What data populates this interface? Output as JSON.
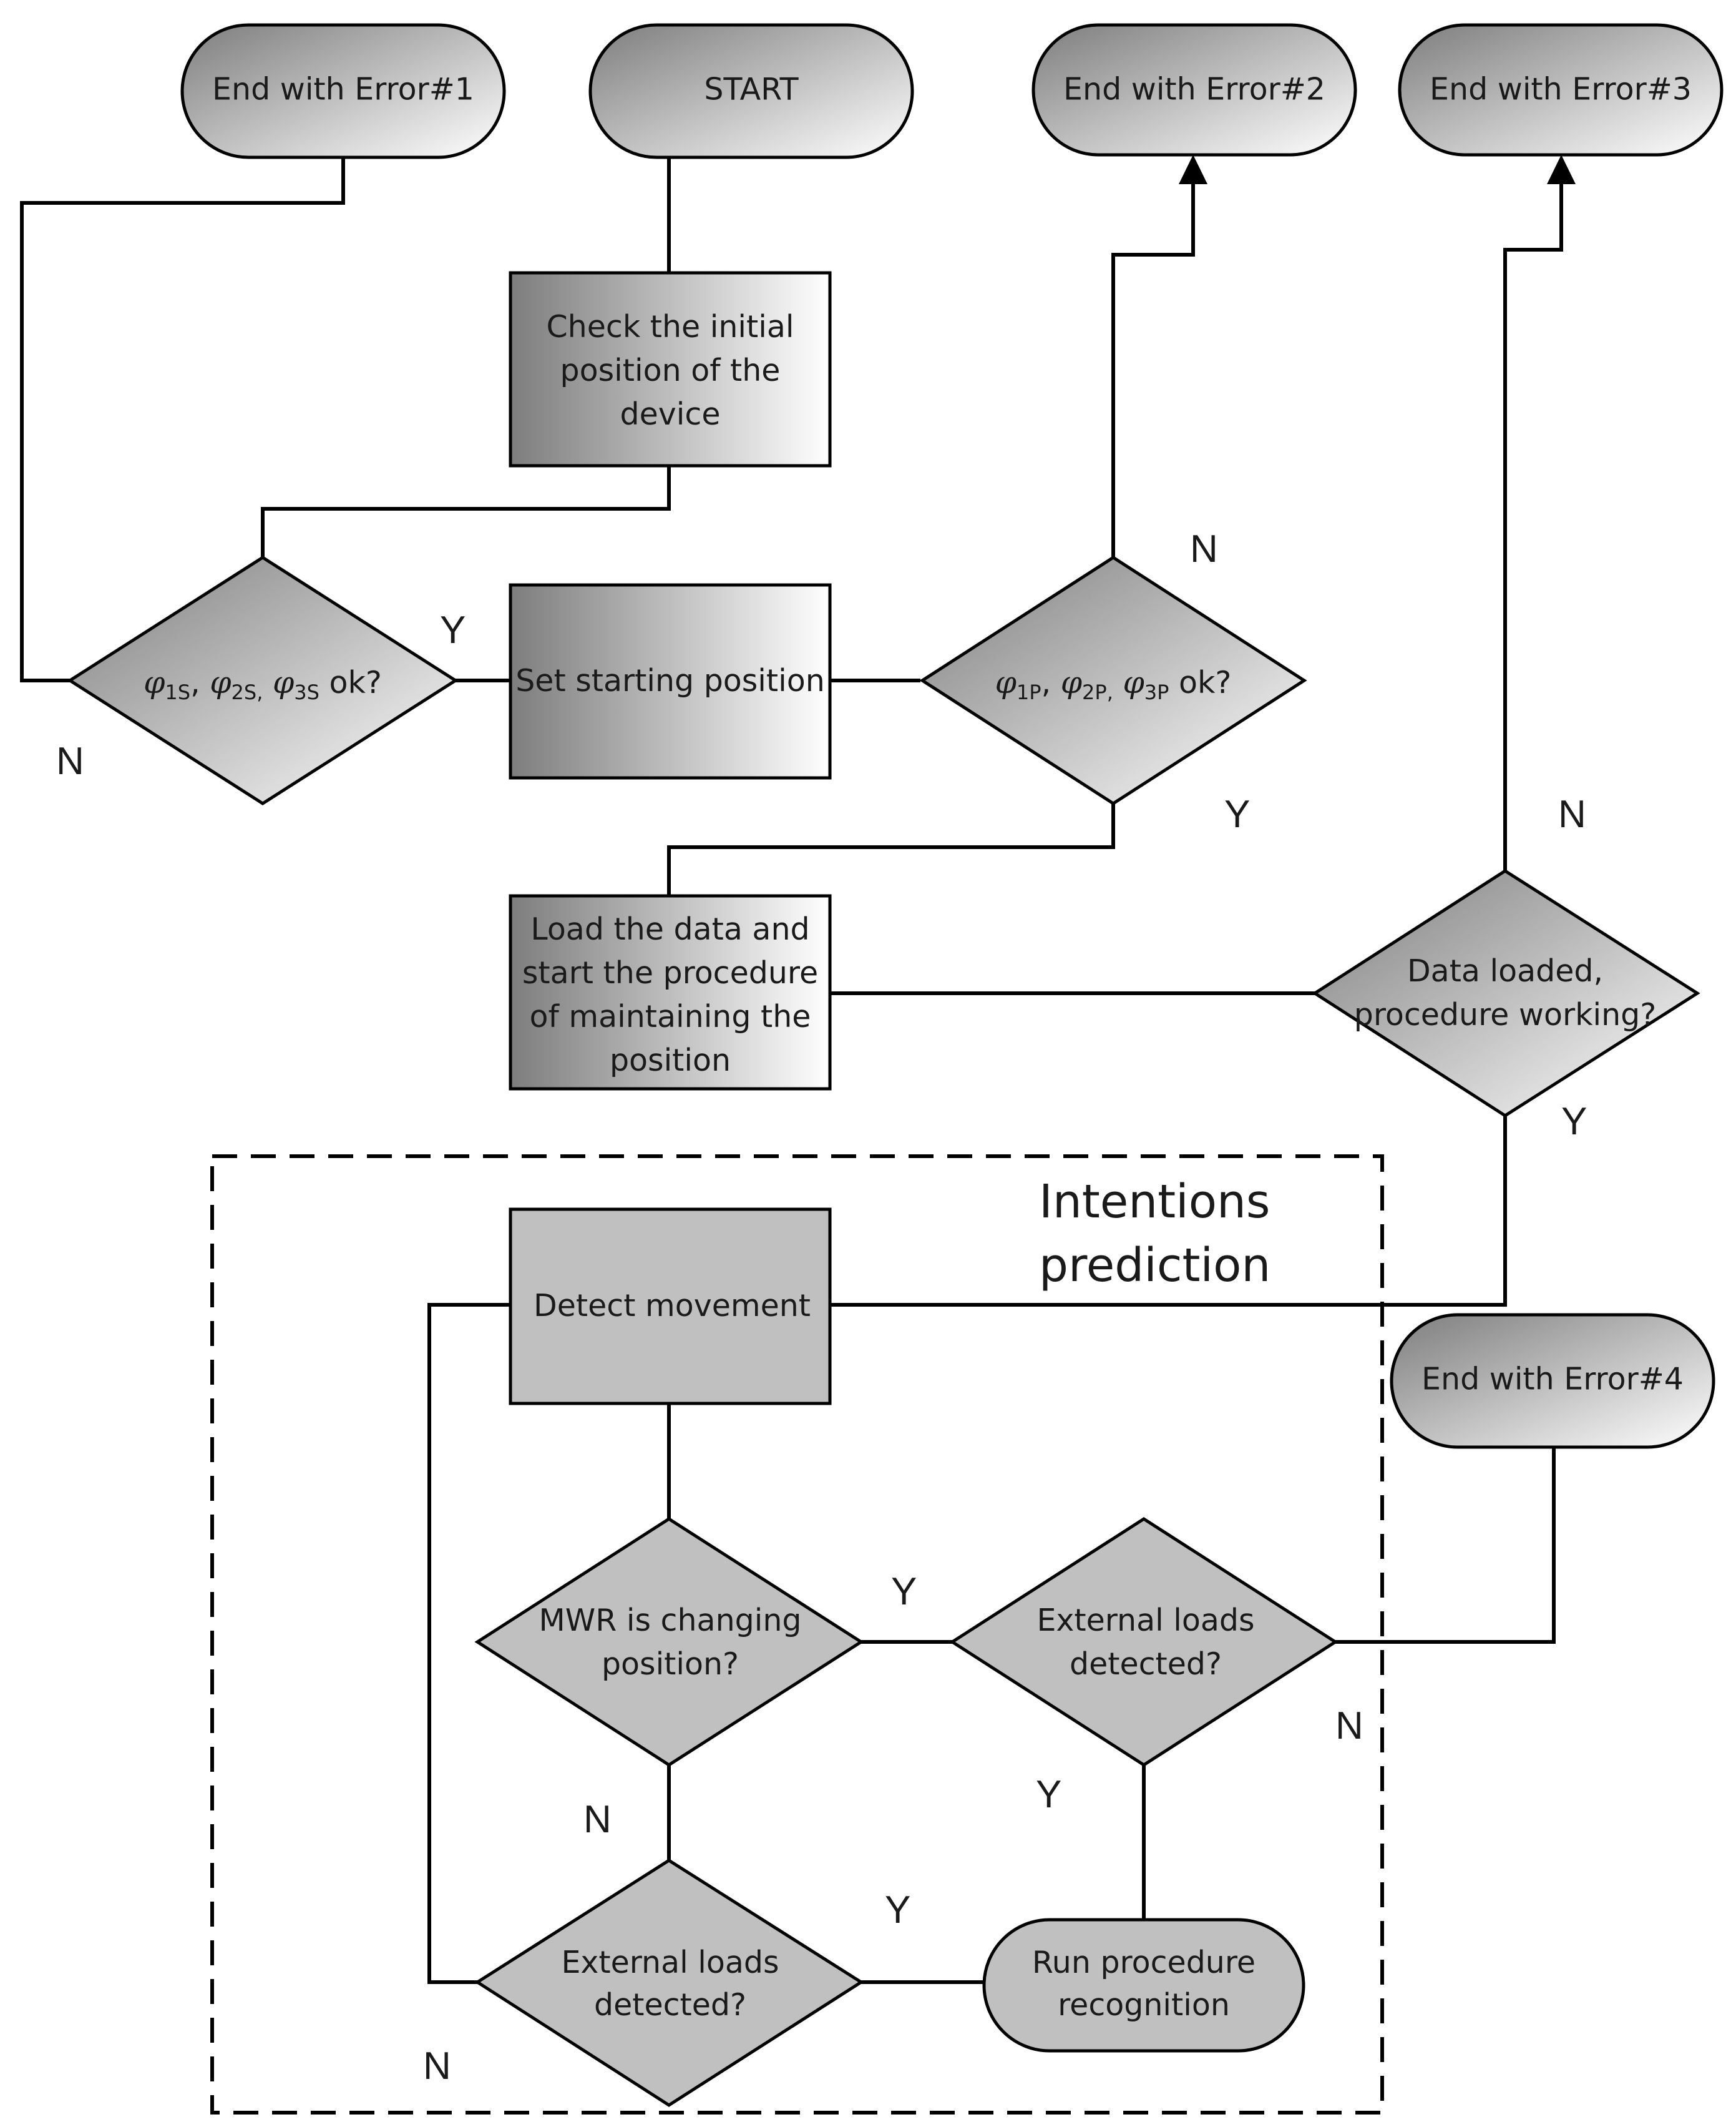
{
  "terminals": {
    "error1": "End with Error#1",
    "start": "START",
    "error2": "End with Error#2",
    "error3": "End with Error#3",
    "error4": "End with Error#4",
    "run_recognition": [
      "Run  procedure",
      "recognition"
    ]
  },
  "processes": {
    "check_initial": [
      "Check the initial",
      "position of the",
      "device"
    ],
    "set_starting": "Set starting position",
    "load_data": [
      "Load the data and",
      "start the procedure",
      "of maintaining the",
      "position"
    ],
    "detect_movement": "Detect movement"
  },
  "decisions": {
    "phi_s": {
      "symbol": "φ",
      "s1": "1S",
      "s2": "2S,",
      "s3": "3S",
      "sep1": ", ",
      "sep2": " ",
      "tail": " ok?"
    },
    "phi_p": {
      "symbol": "φ",
      "s1": "1P",
      "s2": "2P,",
      "s3": "3P",
      "sep1": ", ",
      "sep2": " ",
      "tail": " ok?"
    },
    "data_loaded": [
      "Data loaded,",
      "procedure working?"
    ],
    "mwr_changing": [
      "MWR is changing",
      "position?"
    ],
    "ext_loads_right": [
      "External loads",
      "detected?"
    ],
    "ext_loads_left": [
      "External loads",
      "detected?"
    ]
  },
  "region": {
    "title": [
      "Intentions",
      "prediction"
    ]
  },
  "edge_labels": {
    "phi_s_no": "N",
    "phi_s_yes": "Y",
    "phi_p_no": "N",
    "phi_p_yes": "Y",
    "data_no": "N",
    "data_yes": "Y",
    "mwr_yes": "Y",
    "mwr_no": "N",
    "ext_right_no": "N",
    "ext_right_yes": "Y",
    "ext_left_yes": "Y",
    "ext_left_no": "N"
  },
  "colors": {
    "stroke": "#000000",
    "terminal_gradient": [
      "#7d7d7d",
      "#ffffff"
    ],
    "process_gradient": [
      "#7d7d7d",
      "#ffffff"
    ],
    "region_fill": "#c0c0c0"
  }
}
